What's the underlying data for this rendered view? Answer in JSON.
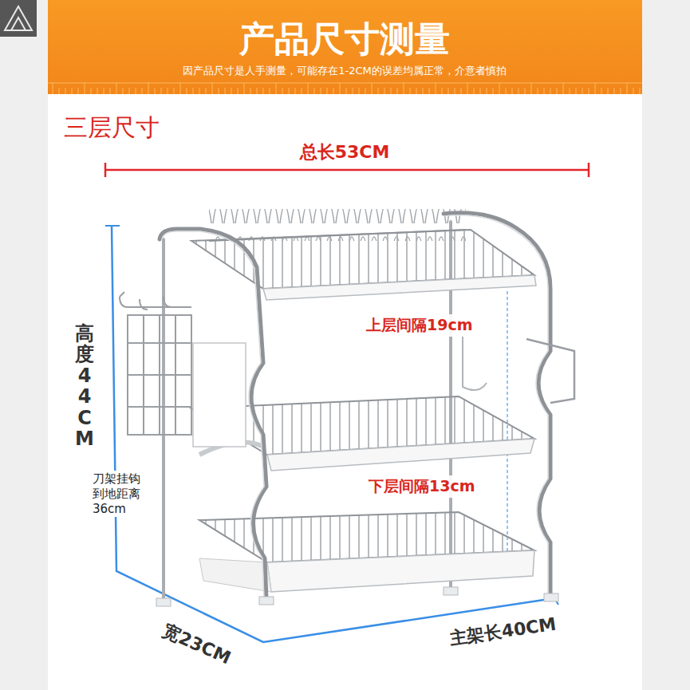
{
  "diagram": {
    "title": "产品尺寸测量",
    "labels": [
      "因产品尺寸是人手测量，可能存在1-2CM的误差均属正常，介意者慎拍",
      "三层尺寸",
      "总长53CM",
      "高度44CM",
      "刀架挂钩 到地距离 36cm",
      "上层间隔19cm",
      "下层间隔13cm",
      "宽23CM",
      "主架长40CM"
    ]
  }
}
